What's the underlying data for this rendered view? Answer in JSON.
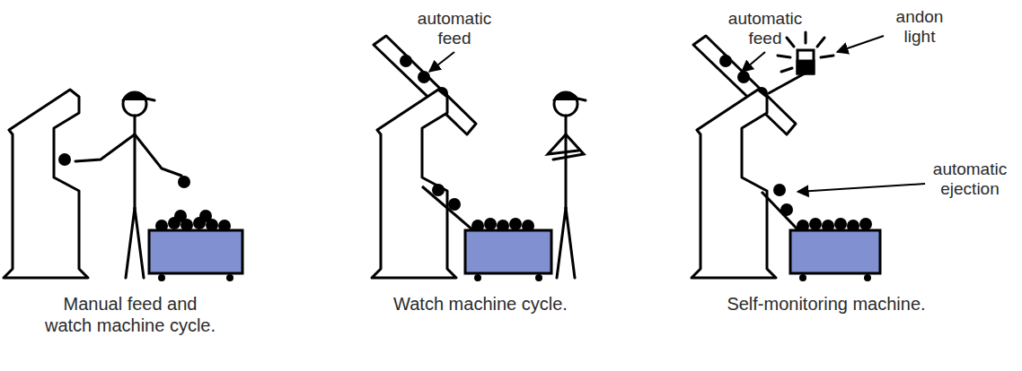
{
  "diagram": {
    "labels": [
      "automatic feed",
      "automatic feed",
      "andon light",
      "automatic ejection",
      "Manual feed and watch machine cycle.",
      "Watch machine cycle.",
      "Self-monitoring machine."
    ]
  }
}
